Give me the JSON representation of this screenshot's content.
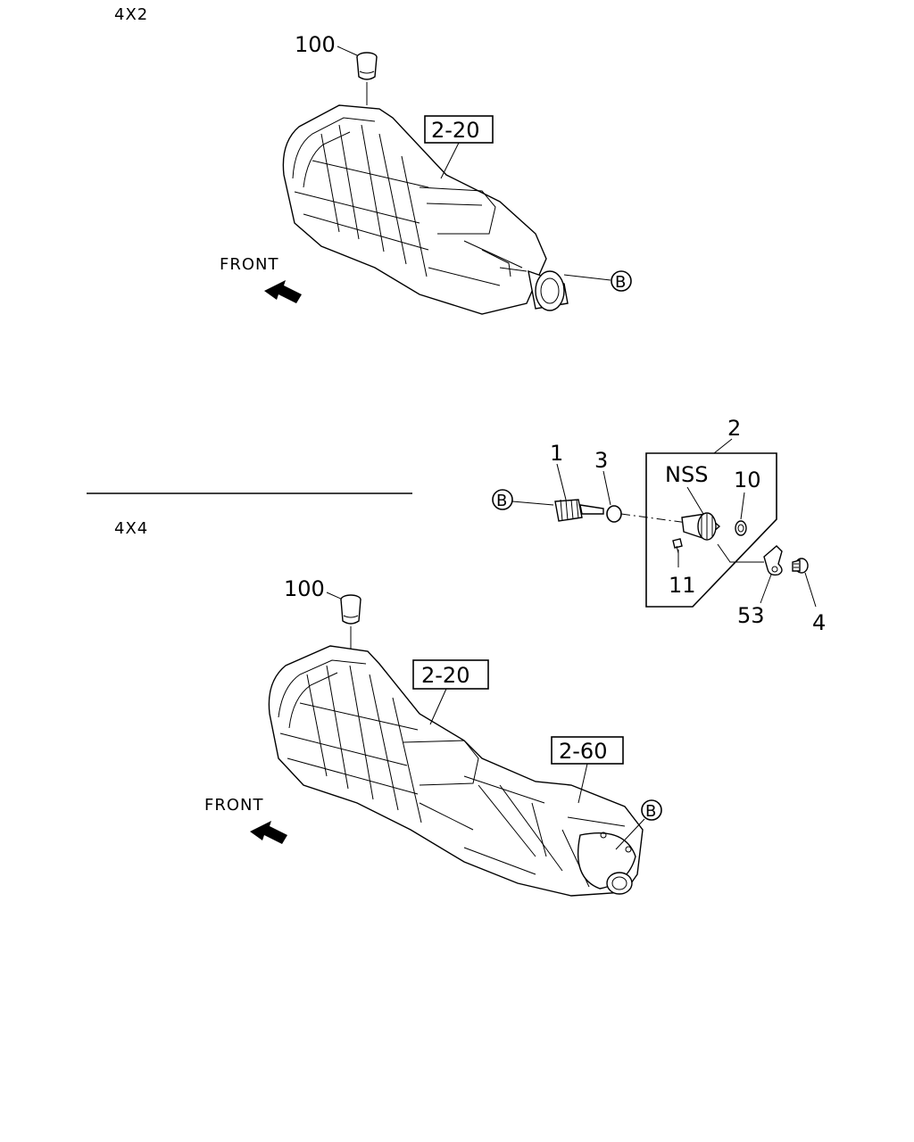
{
  "sections": {
    "top": "4X2",
    "bottom": "4X4"
  },
  "top_assembly": {
    "plug_ref": "100",
    "ref_box": "2-20",
    "front_label": "FRONT",
    "connector": "B"
  },
  "bottom_assembly": {
    "plug_ref": "100",
    "ref_box_1": "2-20",
    "ref_box_2": "2-60",
    "front_label": "FRONT",
    "connector": "B"
  },
  "sensor_detail": {
    "connector": "B",
    "group_ref": "2",
    "group_note": "NSS",
    "parts": {
      "gear": "1",
      "ring": "3",
      "seal": "10",
      "bolt_small": "11",
      "bracket": "53",
      "bolt": "4"
    }
  }
}
